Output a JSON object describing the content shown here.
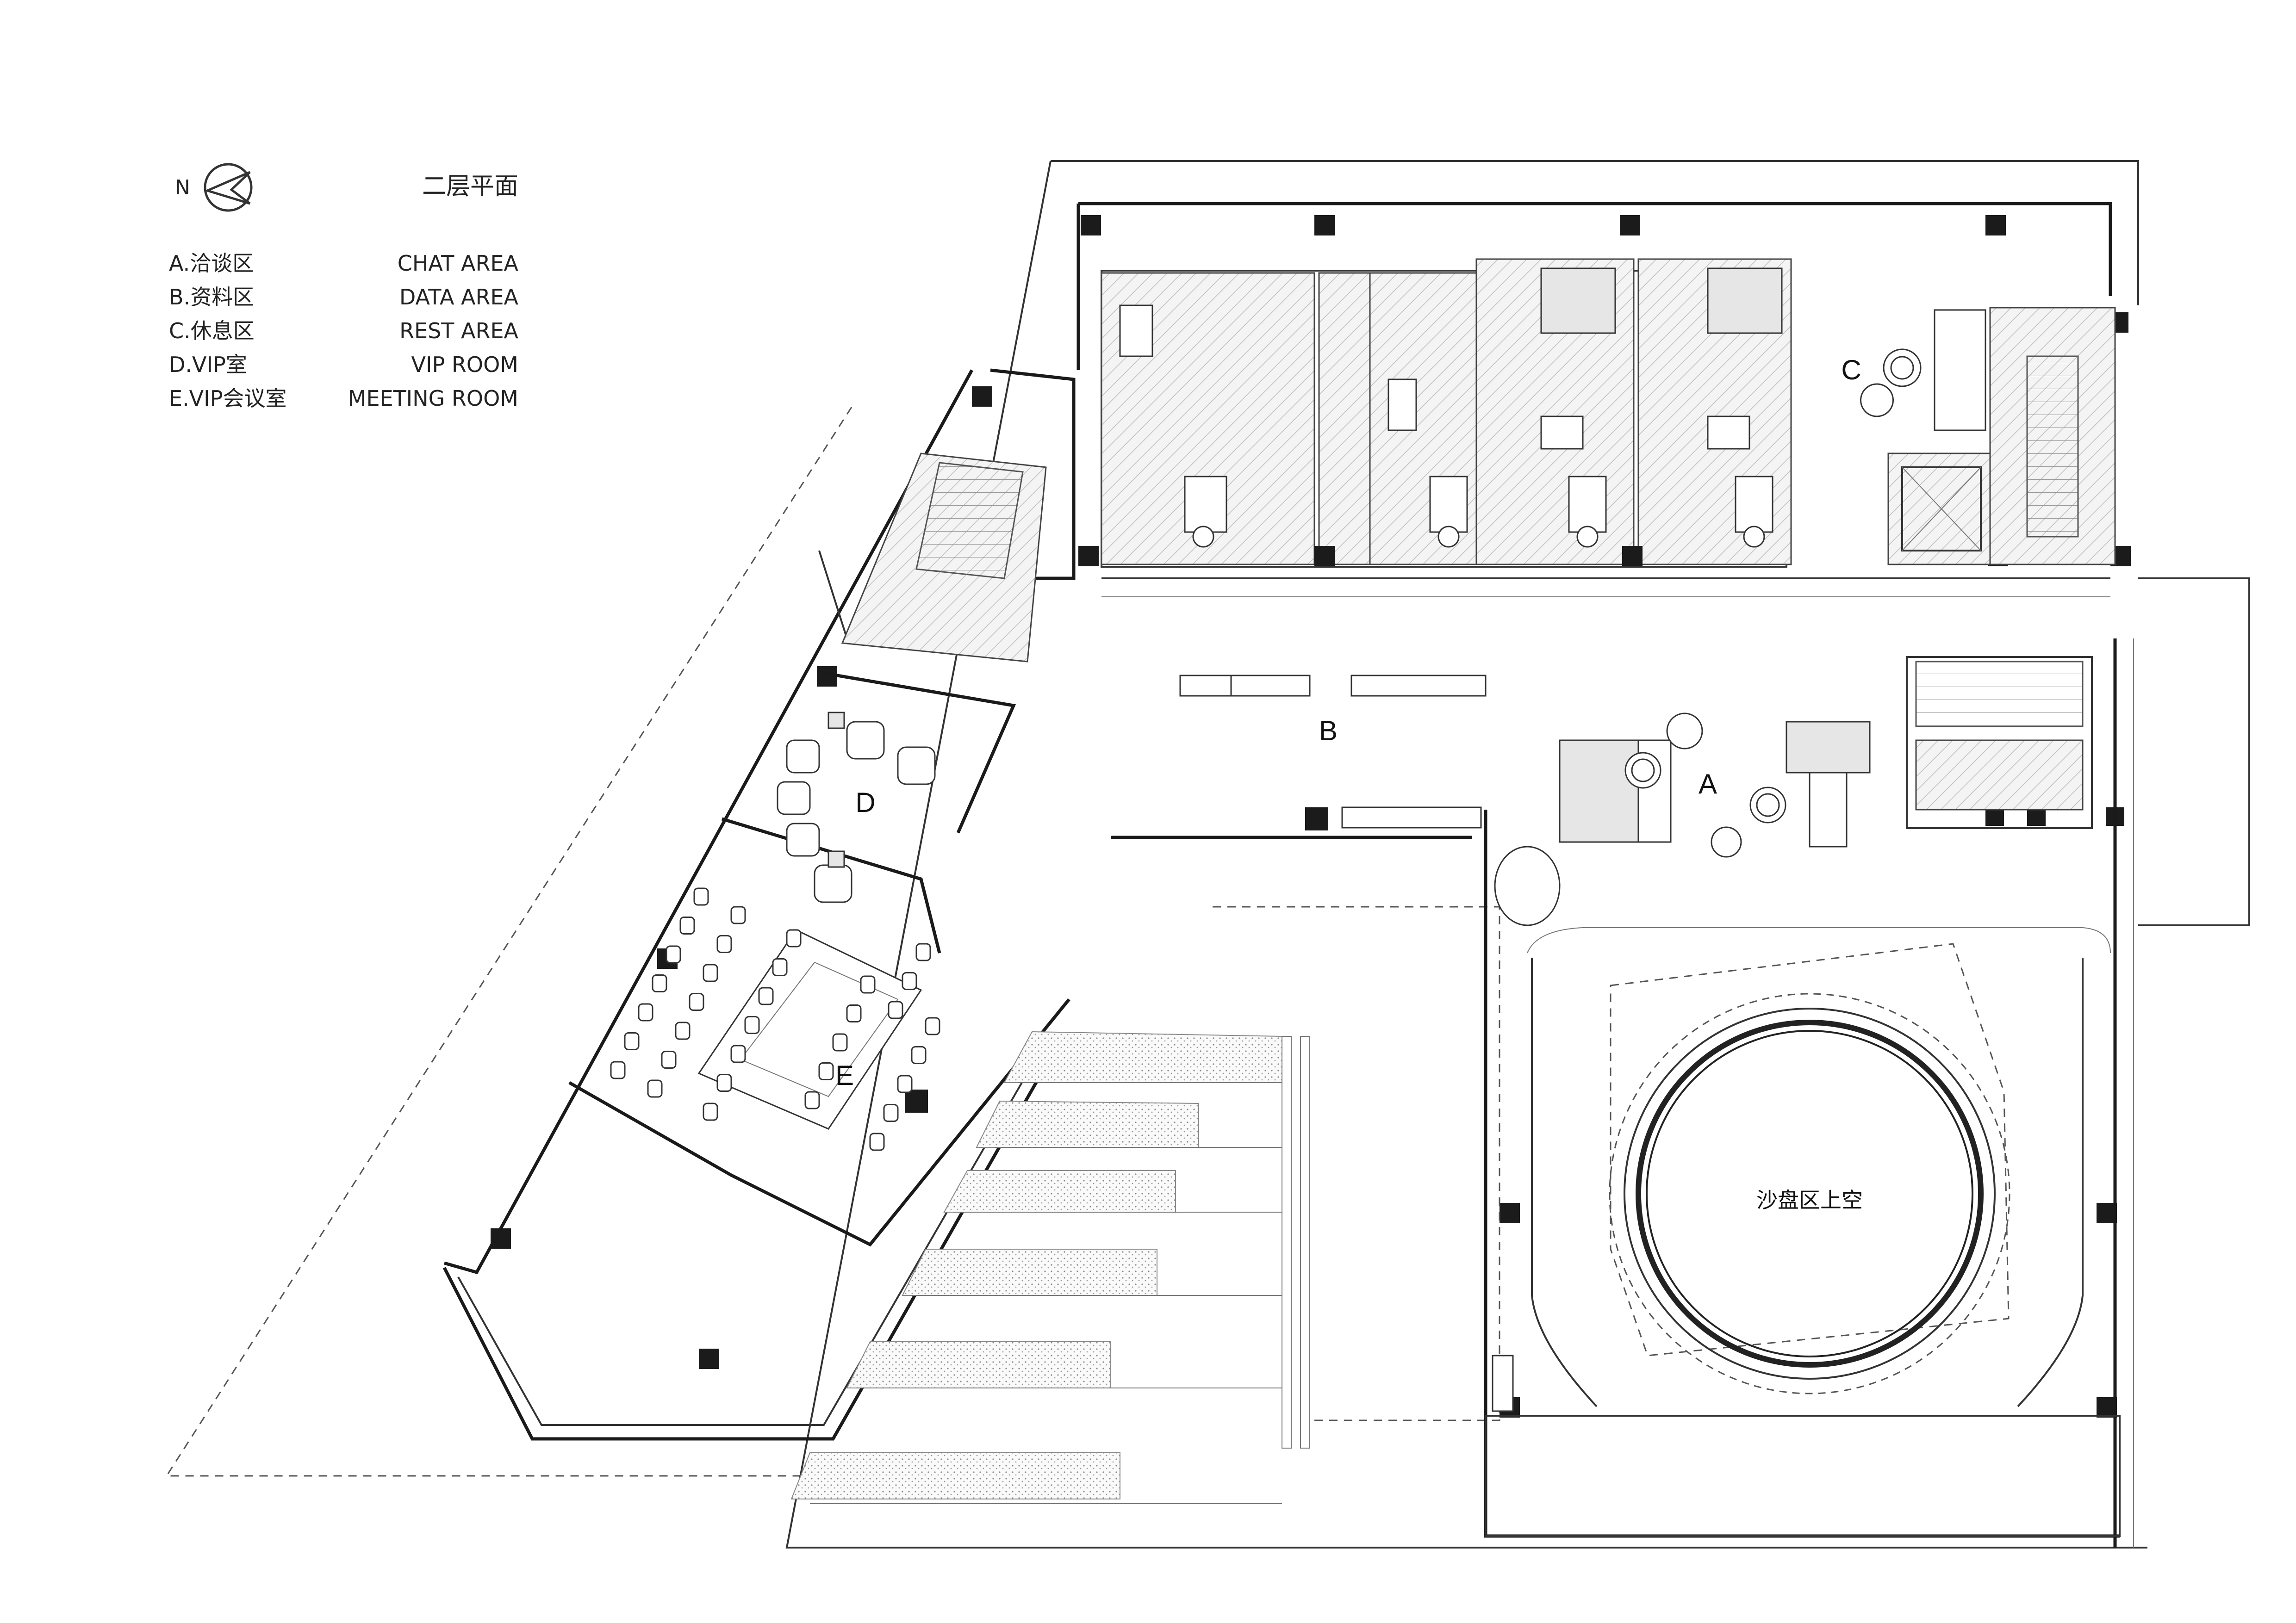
{
  "north": {
    "letter": "N"
  },
  "legend": {
    "title": "二层平面",
    "items": [
      {
        "cn": "A.洽谈区",
        "en": "CHAT AREA"
      },
      {
        "cn": "B.资料区",
        "en": "DATA AREA"
      },
      {
        "cn": "C.休息区",
        "en": "REST AREA"
      },
      {
        "cn": "D.VIP室",
        "en": "VIP ROOM"
      },
      {
        "cn": "E.VIP会议室",
        "en": "MEETING ROOM"
      }
    ]
  },
  "zones": {
    "a": "A",
    "b": "B",
    "c": "C",
    "d": "D",
    "e": "E",
    "void": "沙盘区上空"
  }
}
